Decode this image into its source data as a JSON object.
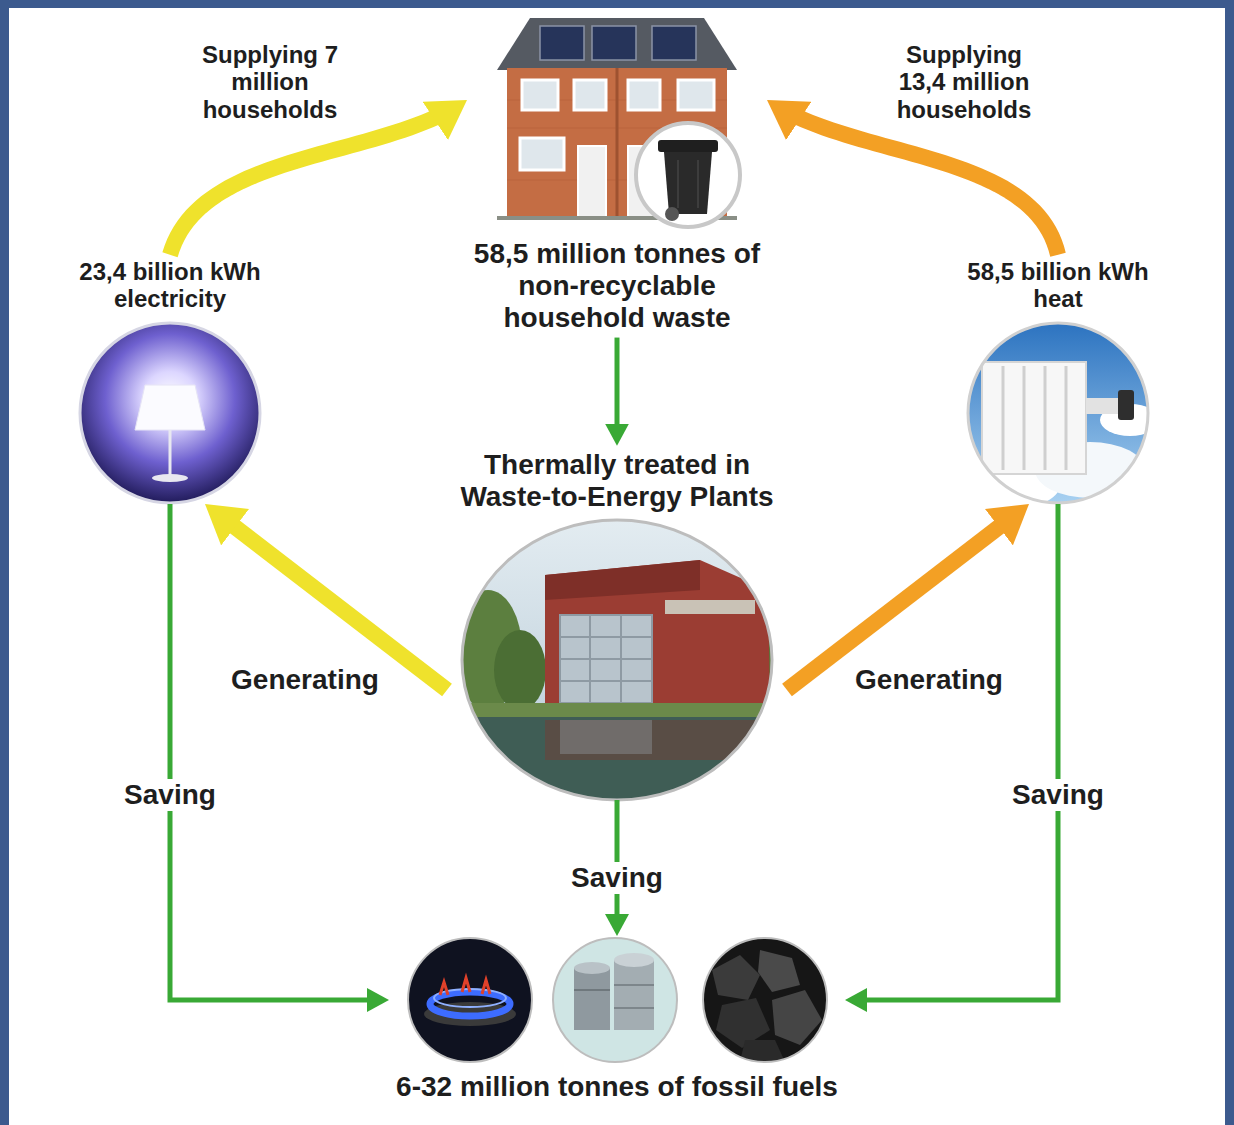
{
  "diagram": {
    "nodes": [
      {
        "text": [
          "58,5 million tonnes of non-recyclable household waste"
        ]
      },
      {
        "text": [
          "23,4 billion kWh electricity"
        ]
      },
      {
        "text": [
          "58,5 billion kWh heat"
        ]
      },
      {
        "text": [
          "Thermally treated in Waste-to-Energy Plants"
        ]
      },
      {
        "text": [
          "6-32 million tonnes of fossil fuels"
        ]
      }
    ],
    "edges": [
      {
        "from": 1,
        "to": 0,
        "label": "Supplying 7 million households",
        "arrow": "to"
      },
      {
        "from": 2,
        "to": 0,
        "label": "Supplying 13,4 million households",
        "arrow": "to"
      },
      {
        "from": 0,
        "to": 3,
        "arrow": "to"
      },
      {
        "from": 3,
        "to": 1,
        "label": "Generating",
        "arrow": "to"
      },
      {
        "from": 3,
        "to": 2,
        "label": "Generating",
        "arrow": "to"
      },
      {
        "from": 1,
        "to": 4,
        "label": "Saving",
        "arrow": "to"
      },
      {
        "from": 3,
        "to": 4,
        "label": "Saving",
        "arrow": "to"
      },
      {
        "from": 2,
        "to": 4,
        "label": "Saving",
        "arrow": "to"
      }
    ]
  }
}
